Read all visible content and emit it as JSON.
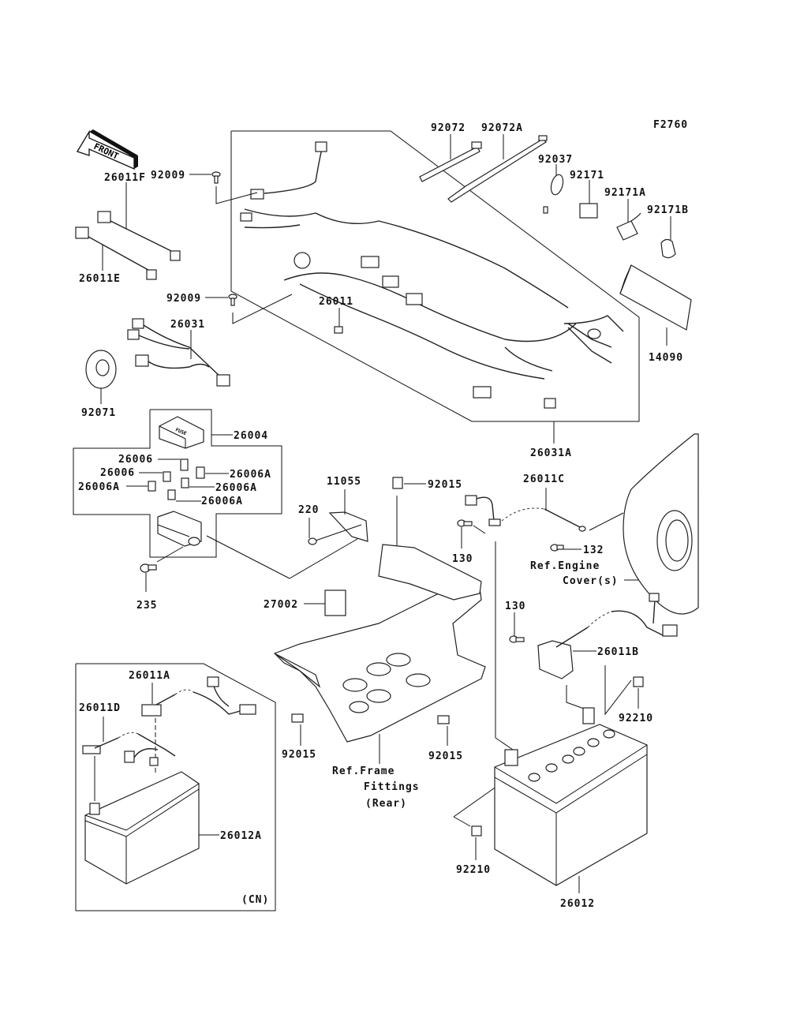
{
  "diagram_id": "F2760",
  "front_arrow": "FRONT",
  "labels": {
    "p92009_top": "92009",
    "p26011F": "26011F",
    "p26011E": "26011E",
    "p92009_mid": "92009",
    "p26011": "26011",
    "p26031": "26031",
    "p92071": "92071",
    "p92072": "92072",
    "p92072A": "92072A",
    "p92037": "92037",
    "p92171": "92171",
    "p92171A": "92171A",
    "p92171B": "92171B",
    "p14090": "14090",
    "p26031A": "26031A",
    "p26004": "26004",
    "p26006_a": "26006",
    "p26006_b": "26006",
    "p26006A_a": "26006A",
    "p26006A_b": "26006A",
    "p26006A_c": "26006A",
    "p26006A_d": "26006A",
    "p235": "235",
    "p11055": "11055",
    "p220": "220",
    "p92015_top": "92015",
    "p27002": "27002",
    "p92015_left": "92015",
    "p92015_right": "92015",
    "p26011C": "26011C",
    "p130_top": "130",
    "p132": "132",
    "p130_mid": "130",
    "p26011B": "26011B",
    "p92210_right": "92210",
    "p92210_left": "92210",
    "p26012": "26012",
    "p26011A": "26011A",
    "p26011D": "26011D",
    "p26012A": "26012A",
    "cn_note": "(CN)"
  },
  "references": {
    "engine_cover_1": "Ref.Engine",
    "engine_cover_2": "Cover(s)",
    "frame_1": "Ref.Frame",
    "frame_2": "Fittings",
    "frame_3": "(Rear)"
  },
  "fuse_cover_text": "FUSE"
}
